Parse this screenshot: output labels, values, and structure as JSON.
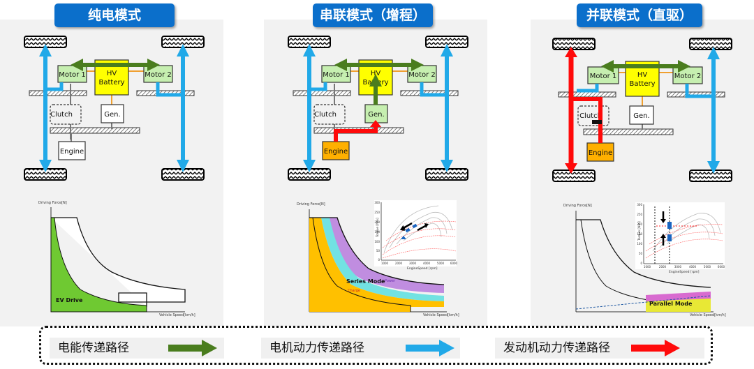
{
  "panels": [
    {
      "title": "纯电模式",
      "labels": {
        "motor1": "Motor 1",
        "battery1": "HV",
        "battery2": "Battery",
        "motor2": "Motor 2",
        "clutch": "Clutch",
        "gen": "Gen.",
        "engine": "Engine"
      },
      "chart": {
        "ylabel": "Driving Force[N]",
        "xlabel": "Vehicle Speed[km/h]",
        "mode": "EV Drive"
      }
    },
    {
      "title": "串联模式（增程）",
      "labels": {
        "motor1": "Motor 1",
        "battery1": "HV",
        "battery2": "Battery",
        "motor2": "Motor 2",
        "clutch": "Clutch",
        "gen": "Gen.",
        "engine": "Engine"
      },
      "chart": {
        "ylabel": "Driving Force[N]",
        "xlabel": "Vehicle Speed[km/h]",
        "mode": "Series Mode",
        "power": "Power",
        "charge": "Charge"
      },
      "inset": {
        "xlabel": "EngineSpeed [rpm]",
        "ylabel": "Torque [Nm]",
        "xticks": [
          "1000",
          "2000",
          "3000",
          "4000",
          "5000",
          "6000"
        ],
        "yticks": [
          "0",
          "50",
          "100",
          "150",
          "200",
          "250",
          "300"
        ]
      }
    },
    {
      "title": "并联模式（直驱）",
      "labels": {
        "motor1": "Motor 1",
        "battery1": "HV",
        "battery2": "Battery",
        "motor2": "Motor 2",
        "clutch": "Clutch",
        "gen": "Gen.",
        "engine": "Engine"
      },
      "chart": {
        "ylabel": "Driving Force[N]",
        "xlabel": "Vehicle Speed[km/h]",
        "mode": "Parallel Mode"
      },
      "inset": {
        "xlabel": "EngineSpeed [rpm]",
        "ylabel": "Torque [Nm]",
        "xticks": [
          "1000",
          "2000",
          "3000",
          "4000",
          "5000",
          "6000"
        ],
        "yticks": [
          "0",
          "50",
          "100",
          "150",
          "200",
          "250",
          "300"
        ]
      }
    }
  ],
  "legend": [
    {
      "text": "电能传递路径",
      "color": "#4a7d1e"
    },
    {
      "text": "电机动力传递路径",
      "color": "#21a9e8"
    },
    {
      "text": "发动机动力传递路径",
      "color": "#ff0a0a"
    }
  ]
}
